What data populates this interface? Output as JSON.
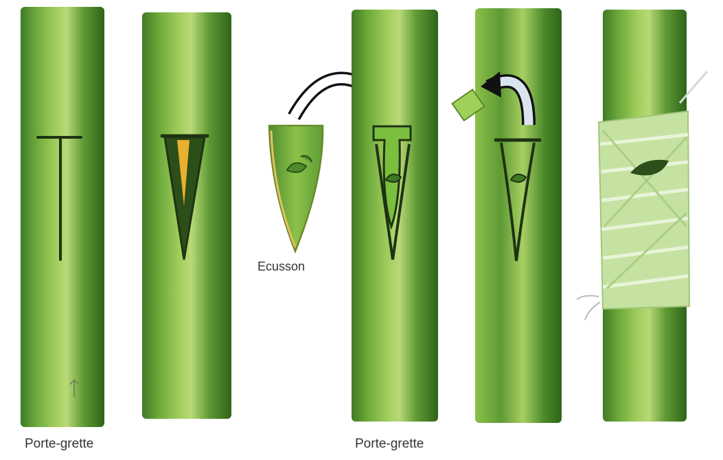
{
  "labels": {
    "rootstock_left": "Porte-grette",
    "rootstock_right": "Porte-grette",
    "scion_shield": "Ecusson"
  },
  "colors": {
    "background": "#ffffff",
    "stem_dark": "#3f7a25",
    "stem_mid": "#6aa83a",
    "stem_light": "#b9d977",
    "cut_line": "#1e3312",
    "bark_flap": "#e8b02c",
    "arrow_outline": "#111111",
    "arrow_fill": "#ffffff",
    "arrow_return_fill": "#d9e4ef",
    "tie_fill": "#c6e2a2",
    "tie_stroke": "#9fc57a",
    "label_text": "#333333"
  }
}
